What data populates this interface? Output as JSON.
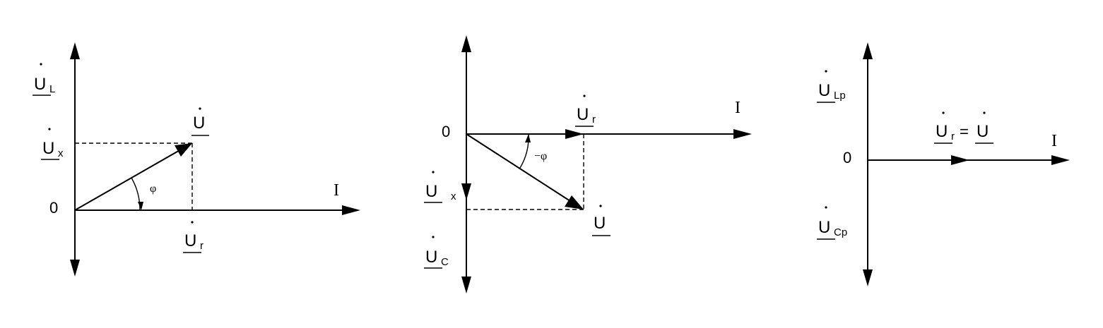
{
  "diagrams": [
    {
      "origin": "0",
      "current": "I",
      "phasor_main": "U",
      "phasor_r_base": "U",
      "phasor_r_sub": "r",
      "phasor_x_base": "U",
      "phasor_x_sub": "x",
      "phasor_top_base": "U",
      "phasor_top_sub": "L",
      "angle": "φ"
    },
    {
      "origin": "0",
      "current": "I",
      "phasor_main": "U",
      "phasor_r_base": "U",
      "phasor_r_sub": "r",
      "phasor_x_base": "U",
      "phasor_x_sub": "x",
      "phasor_bottom_base": "U",
      "phasor_bottom_sub": "C",
      "angle": "−φ"
    },
    {
      "origin": "0",
      "current": "I",
      "phasor_r_base": "U",
      "phasor_r_sub": "r",
      "equals": "=",
      "phasor_main": "U",
      "phasor_top_base": "U",
      "phasor_top_sub": "Lp",
      "phasor_bottom_base": "U",
      "phasor_bottom_sub": "Cp"
    }
  ]
}
